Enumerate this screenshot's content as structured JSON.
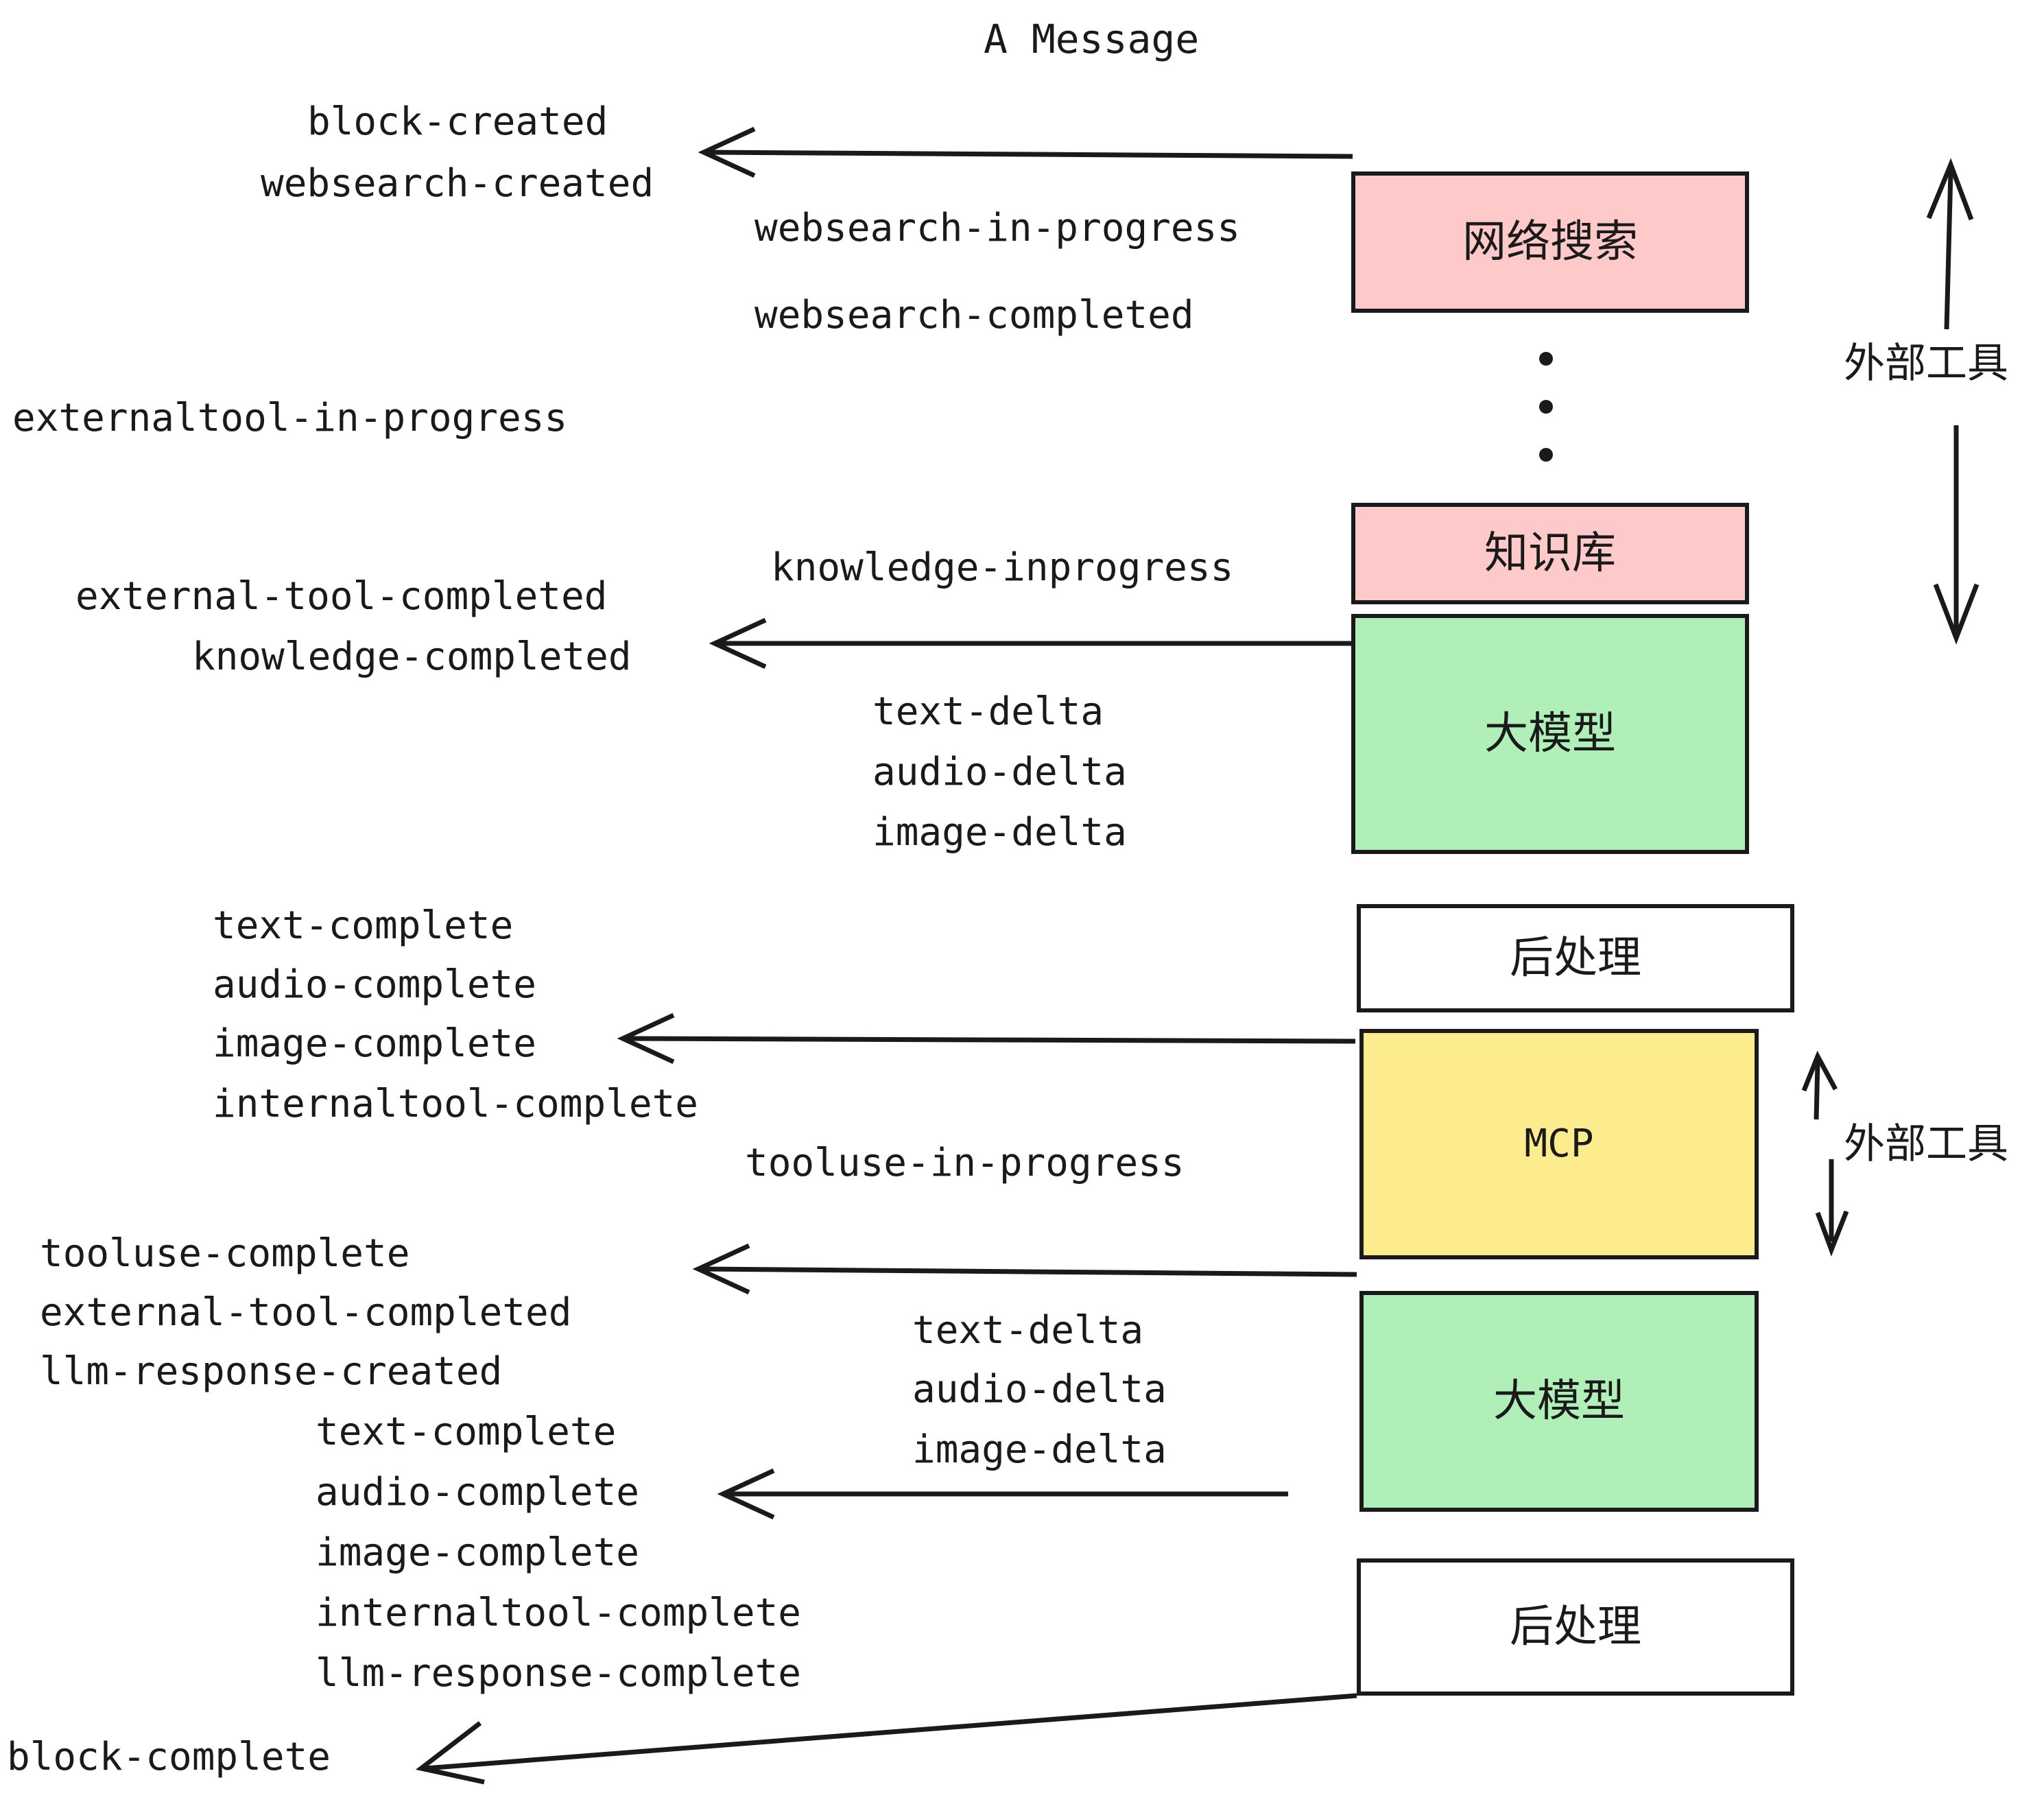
{
  "title": "A Message",
  "colors": {
    "pink": "#fdc9c9",
    "green": "#b0f0b8",
    "yellow": "#fcec8d",
    "white": "#ffffff",
    "stroke": "#1a1a1a"
  },
  "boxes": {
    "websearch": "网络搜索",
    "knowledge": "知识库",
    "llm1": "大模型",
    "postprocess1": "后处理",
    "mcp": "MCP",
    "llm2": "大模型",
    "postprocess2": "后处理"
  },
  "group_labels": {
    "external_tools_top": "外部工具",
    "external_tools_bottom": "外部工具"
  },
  "events": {
    "block_created": "block-created",
    "websearch_created": "websearch-created",
    "websearch_in_progress": "websearch-in-progress",
    "websearch_completed": "websearch-completed",
    "externaltool_in_progress": "externaltool-in-progress",
    "knowledge_inprogress": "knowledge-inprogress",
    "external_tool_completed_1": "external-tool-completed",
    "knowledge_completed": "knowledge-completed",
    "text_delta_1": "text-delta",
    "audio_delta_1": "audio-delta",
    "image_delta_1": "image-delta",
    "text_complete_1": "text-complete",
    "audio_complete_1": "audio-complete",
    "image_complete_1": "image-complete",
    "internaltool_complete_1": "internaltool-complete",
    "tooluse_in_progress": "tooluse-in-progress",
    "tooluse_complete": "tooluse-complete",
    "external_tool_completed_2": "external-tool-completed",
    "llm_response_created": "llm-response-created",
    "text_delta_2": "text-delta",
    "audio_delta_2": "audio-delta",
    "image_delta_2": "image-delta",
    "text_complete_2": "text-complete",
    "audio_complete_2": "audio-complete",
    "image_complete_2": "image-complete",
    "internaltool_complete_2": "internaltool-complete",
    "llm_response_complete": "llm-response-complete",
    "block_complete": "block-complete"
  }
}
